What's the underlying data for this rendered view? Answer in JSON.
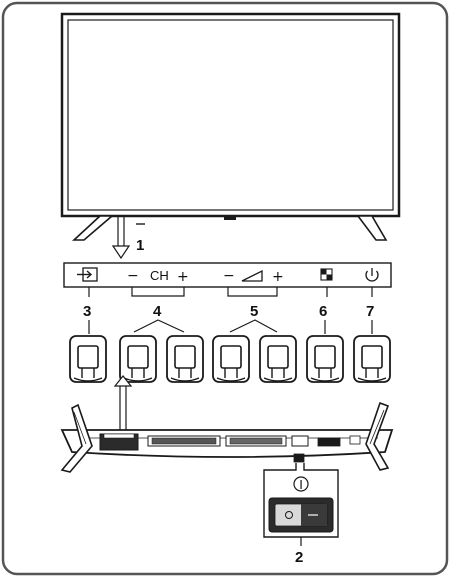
{
  "callouts": {
    "tv_screen": "1",
    "power_switch": "2",
    "input": "3",
    "channel": "4",
    "volume": "5",
    "menu": "6",
    "power": "7"
  },
  "panel": {
    "minus_ch": "−",
    "ch_label": "CH",
    "plus_ch": "+",
    "minus_vol": "−",
    "plus_vol": "+"
  },
  "switch": {
    "on_symbol": "I"
  },
  "colors": {
    "stroke": "#1a1a1a",
    "frame": "#555555",
    "switch_body": "#2b2b2b",
    "rocker_light": "#d9d9d9",
    "rocker_dark": "#3a3a3a"
  },
  "icons": [
    "input-source-icon",
    "volume-ramp-icon",
    "menu-icon",
    "power-icon",
    "power-switch-icon"
  ]
}
